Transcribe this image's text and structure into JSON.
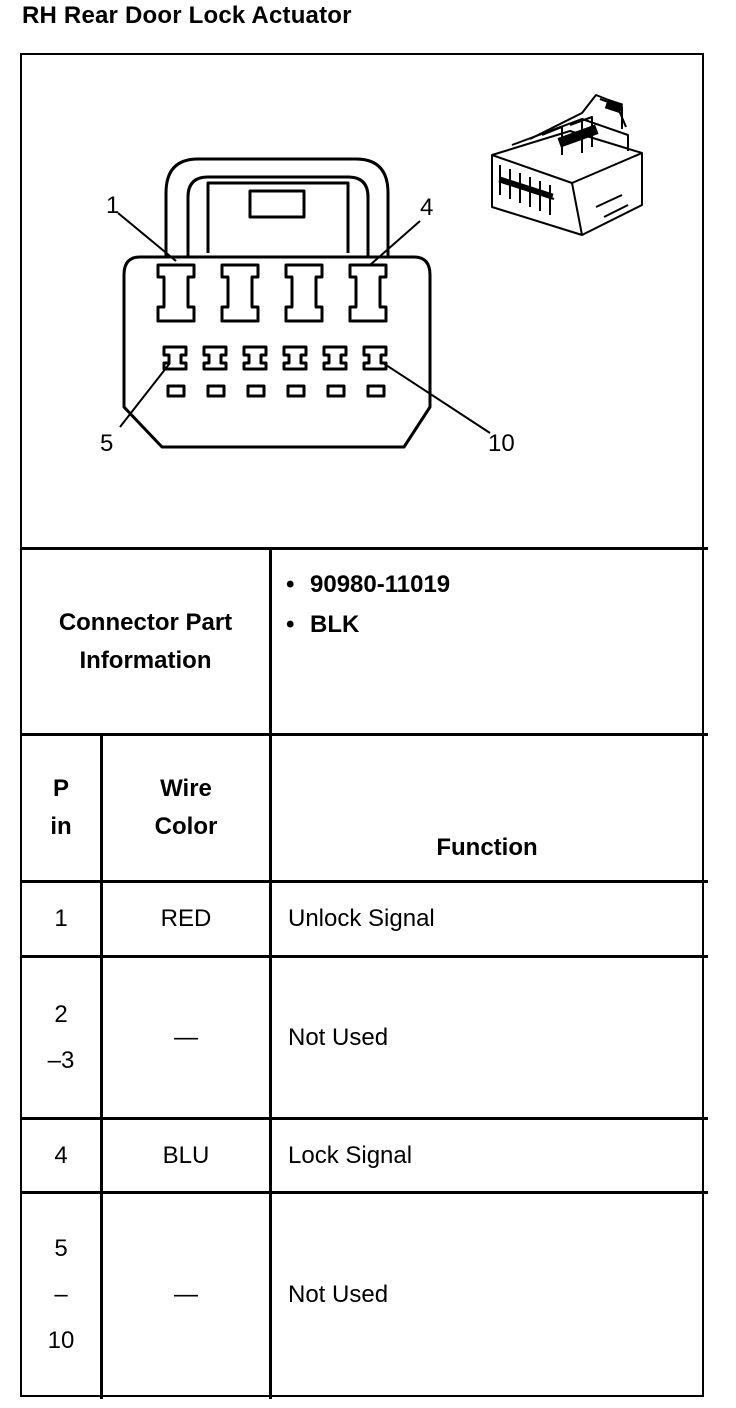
{
  "title": "RH Rear Door Lock Actuator",
  "diagram": {
    "callouts": [
      "1",
      "4",
      "5",
      "10"
    ]
  },
  "part_info": {
    "label_line1": "Connector Part",
    "label_line2": "Information",
    "items": [
      "90980-11019",
      "BLK"
    ]
  },
  "headers": {
    "pin_line1": "P",
    "pin_line2": "in",
    "color_line1": "Wire",
    "color_line2": "Color",
    "function": "Function"
  },
  "rows": [
    {
      "pin_lines": [
        "1"
      ],
      "color": "RED",
      "function": "Unlock Signal"
    },
    {
      "pin_lines": [
        "2",
        "–3"
      ],
      "color": "—",
      "function": "Not Used"
    },
    {
      "pin_lines": [
        "4"
      ],
      "color": "BLU",
      "function": "Lock Signal"
    },
    {
      "pin_lines": [
        "5",
        "–",
        "10"
      ],
      "color": "—",
      "function": "Not Used"
    }
  ]
}
